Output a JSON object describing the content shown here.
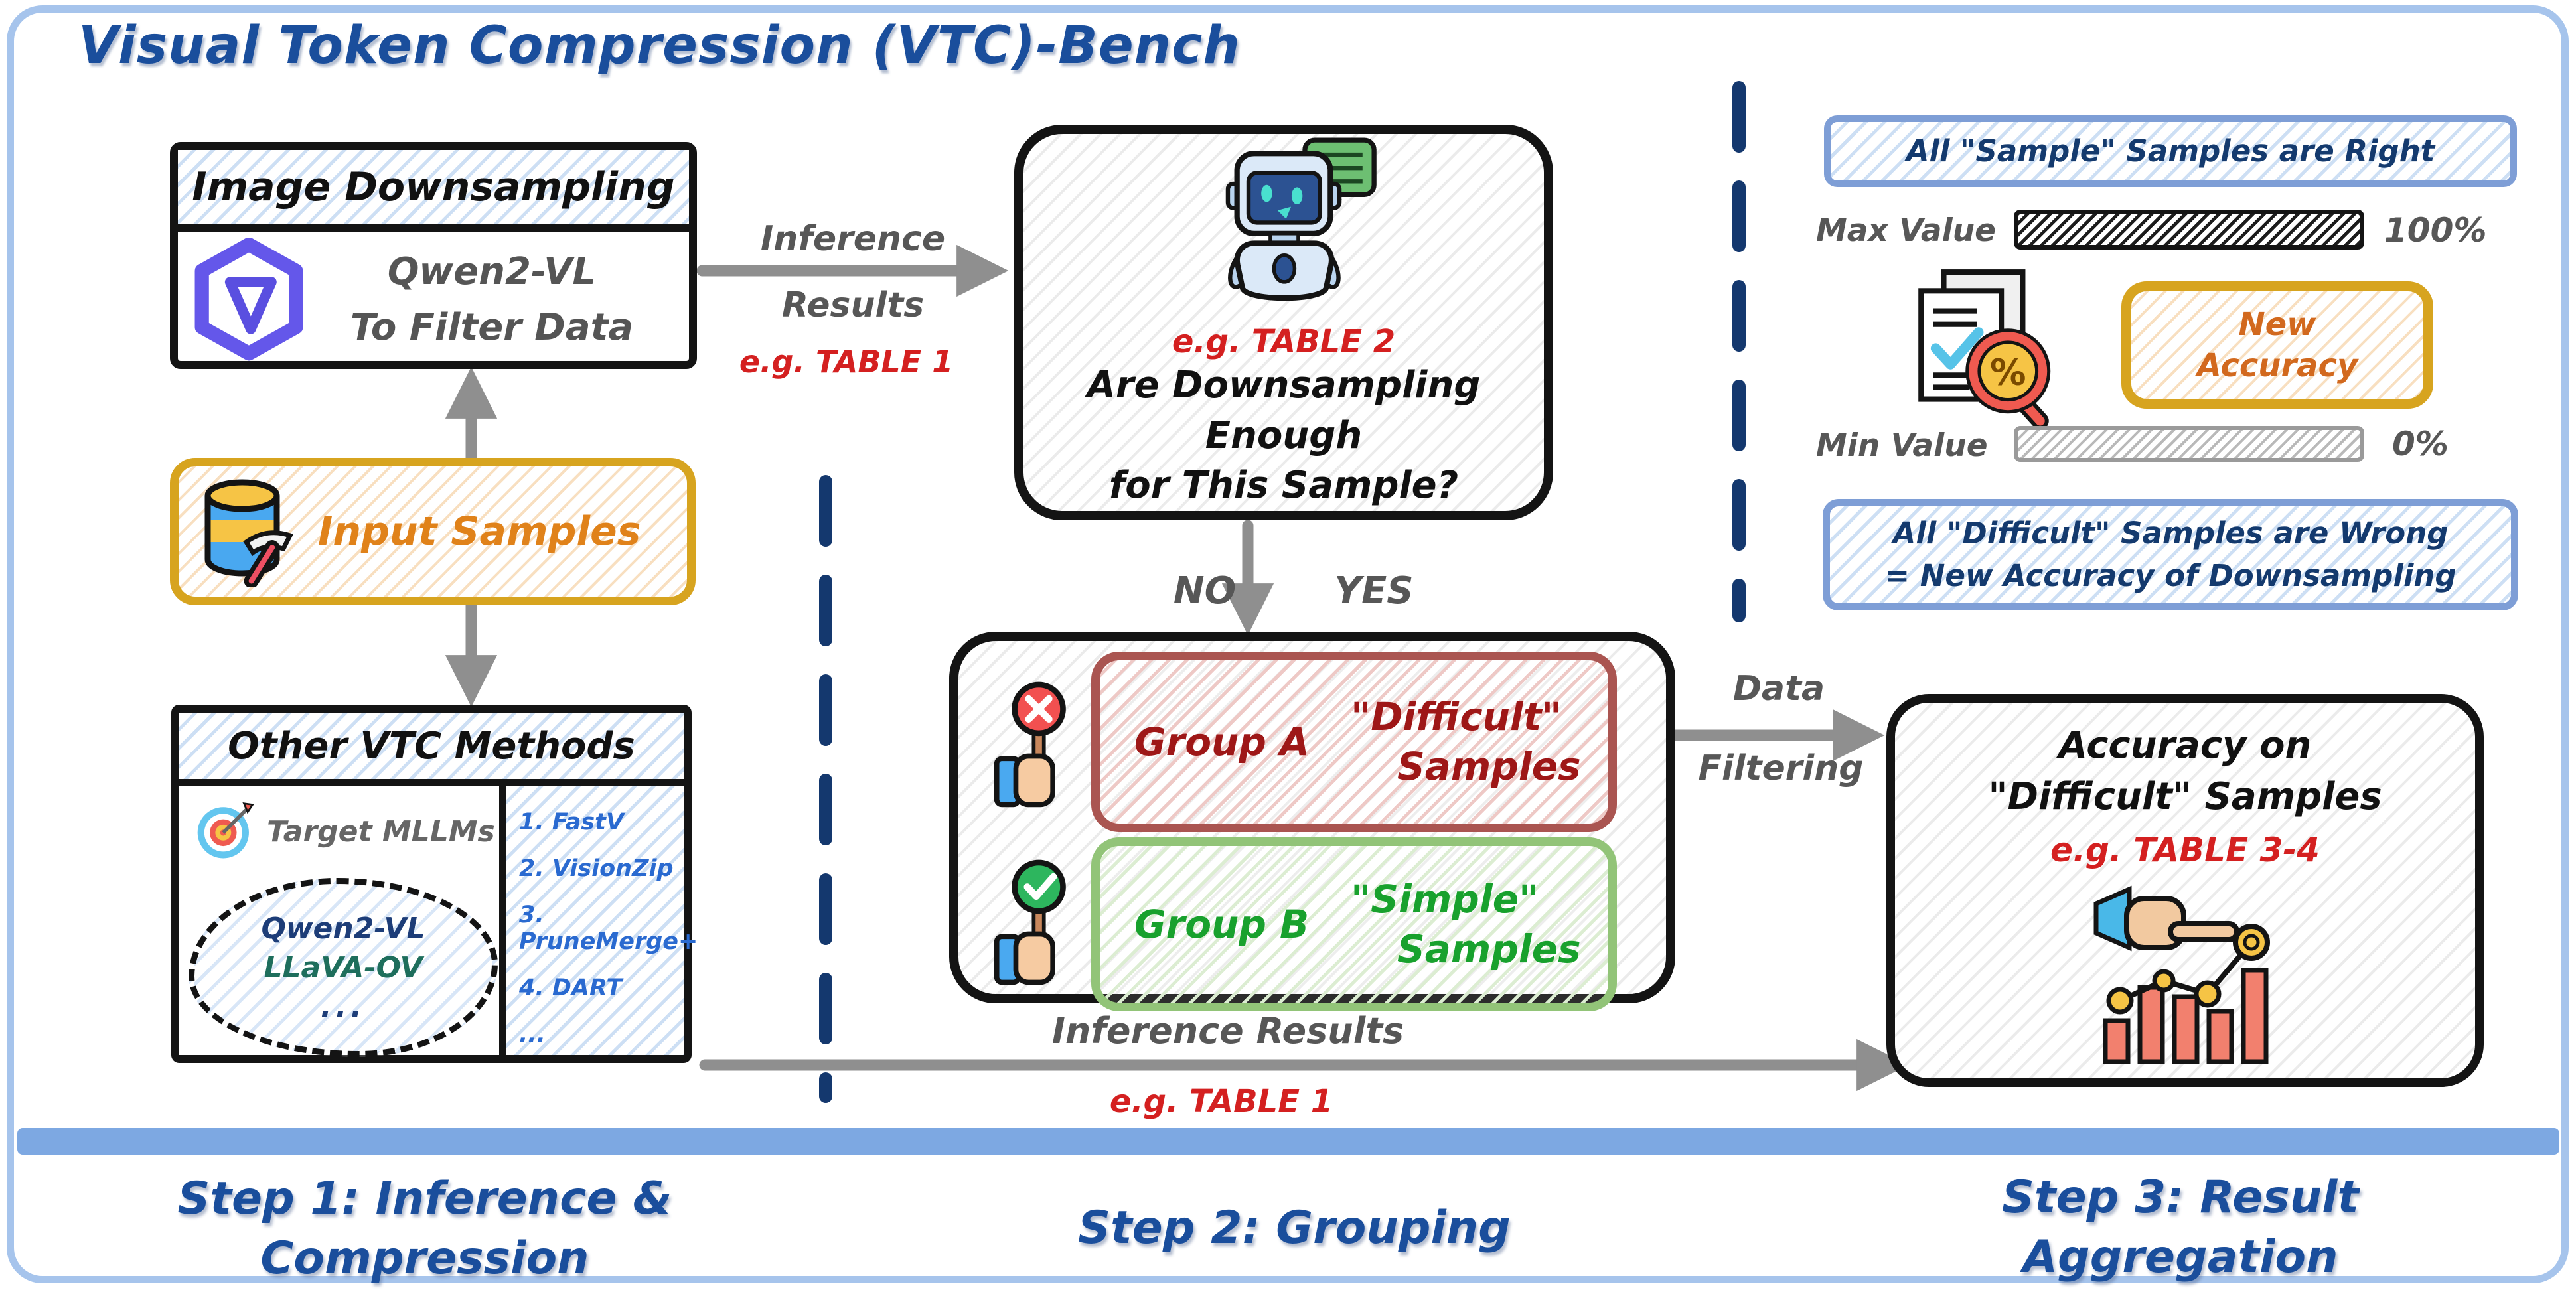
{
  "title": "Visual Token Compression (VTC)-Bench",
  "step1": {
    "downsampling": {
      "header": "Image Downsampling",
      "line1": "Qwen2-VL",
      "line2": "To Filter Data"
    },
    "input_samples": "Input Samples",
    "other_vtc": {
      "header": "Other VTC Methods",
      "target": "Target MLLMs",
      "cloud": [
        "Qwen2-VL",
        "LLaVA-OV",
        "..."
      ],
      "methods": [
        "1. FastV",
        "2. VisionZip",
        "3. PruneMerge+",
        "4. DART",
        "..."
      ]
    },
    "label1": "Step 1: Inference &",
    "label2": "Compression"
  },
  "step2": {
    "question": {
      "example": "e.g. TABLE 2",
      "line1": "Are Downsampling Enough",
      "line2": "for This Sample?"
    },
    "no": "NO",
    "yes": "YES",
    "group_a": {
      "name": "Group A",
      "quote": "\"Difficult\"",
      "word": "Samples"
    },
    "group_b": {
      "name": "Group B",
      "quote": "\"Simple\"",
      "word": "Samples"
    },
    "label": "Step 2: Grouping"
  },
  "step3": {
    "banner_top": "All \"Sample\" Samples are Right",
    "max_label": "Max Value",
    "max_value": "100%",
    "min_label": "Min Value",
    "min_value": "0%",
    "new_acc1": "New",
    "new_acc2": "Accuracy",
    "banner_bottom1": "All \"Difficult\" Samples are Wrong",
    "banner_bottom2": "= New Accuracy of Downsampling",
    "accuracy": {
      "line1": "Accuracy on",
      "line2": "\"Difficult\" Samples",
      "example": "e.g. TABLE 3-4"
    },
    "label1": "Step 3: Result",
    "label2": "Aggregation"
  },
  "arrows": {
    "top": {
      "line1": "Inference",
      "line2": "Results",
      "example": "e.g. TABLE 1"
    },
    "filter": {
      "line1": "Data",
      "line2": "Filtering"
    },
    "bottom": {
      "label": "Inference Results",
      "example": "e.g. TABLE 1"
    }
  },
  "icons": {
    "percent": "%"
  },
  "colors": {
    "title_blue": "#1a4e9c",
    "navy": "#143a6e",
    "red": "#d42020",
    "dark_red": "#9e1717",
    "green": "#18a12d",
    "group_a_border": "#aa5551",
    "group_b_border": "#92c478",
    "gold": "#d7a41f",
    "orange": "#e0821a",
    "accuracy_orange": "#d2691e",
    "gray_text": "#575757",
    "arrow_gray": "#8f8f8f",
    "method_blue": "#2a6ad0",
    "banner_blue": "#7e9ed6",
    "frame_blue": "#a6c4ec",
    "bottom_bar_blue": "#7da8e2"
  }
}
